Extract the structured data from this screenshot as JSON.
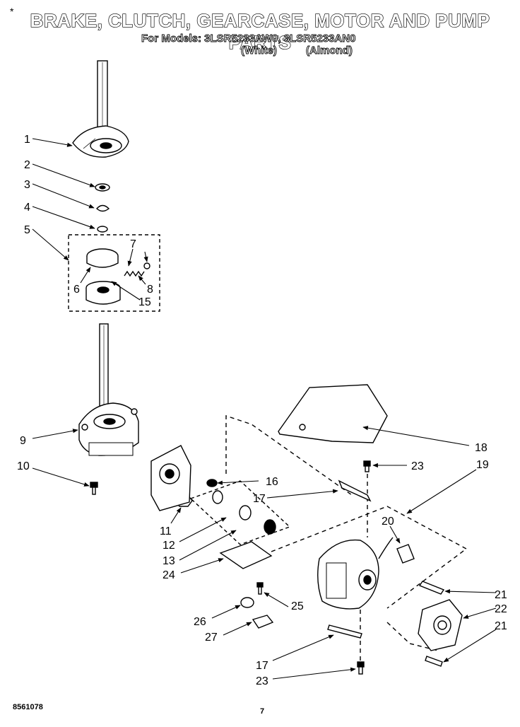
{
  "header": {
    "corner_mark": "*",
    "title": "BRAKE, CLUTCH, GEARCASE, MOTOR AND PUMP PARTS",
    "models_line": "For Models: 3LSR5233AW0, 3LSR5233AN0",
    "variant_white": "(White)",
    "variant_almond": "(Almond)"
  },
  "callouts": [
    {
      "id": "c1",
      "label": "1"
    },
    {
      "id": "c2",
      "label": "2"
    },
    {
      "id": "c3",
      "label": "3"
    },
    {
      "id": "c4",
      "label": "4"
    },
    {
      "id": "c5",
      "label": "5"
    },
    {
      "id": "c6",
      "label": "6"
    },
    {
      "id": "c7",
      "label": "7"
    },
    {
      "id": "c8",
      "label": "8"
    },
    {
      "id": "c15",
      "label": "15"
    },
    {
      "id": "c9",
      "label": "9"
    },
    {
      "id": "c10",
      "label": "10"
    },
    {
      "id": "c16",
      "label": "16"
    },
    {
      "id": "c17a",
      "label": "17"
    },
    {
      "id": "c18",
      "label": "18"
    },
    {
      "id": "c19",
      "label": "19"
    },
    {
      "id": "c23a",
      "label": "23"
    },
    {
      "id": "c11",
      "label": "11"
    },
    {
      "id": "c12",
      "label": "12"
    },
    {
      "id": "c13",
      "label": "13"
    },
    {
      "id": "c24",
      "label": "24"
    },
    {
      "id": "c20",
      "label": "20"
    },
    {
      "id": "c21a",
      "label": "21"
    },
    {
      "id": "c22",
      "label": "22"
    },
    {
      "id": "c21b",
      "label": "21"
    },
    {
      "id": "c25",
      "label": "25"
    },
    {
      "id": "c26",
      "label": "26"
    },
    {
      "id": "c27",
      "label": "27"
    },
    {
      "id": "c17b",
      "label": "17"
    },
    {
      "id": "c23b",
      "label": "23"
    }
  ],
  "footer": {
    "part_number": "8561078",
    "page_number": "7"
  }
}
